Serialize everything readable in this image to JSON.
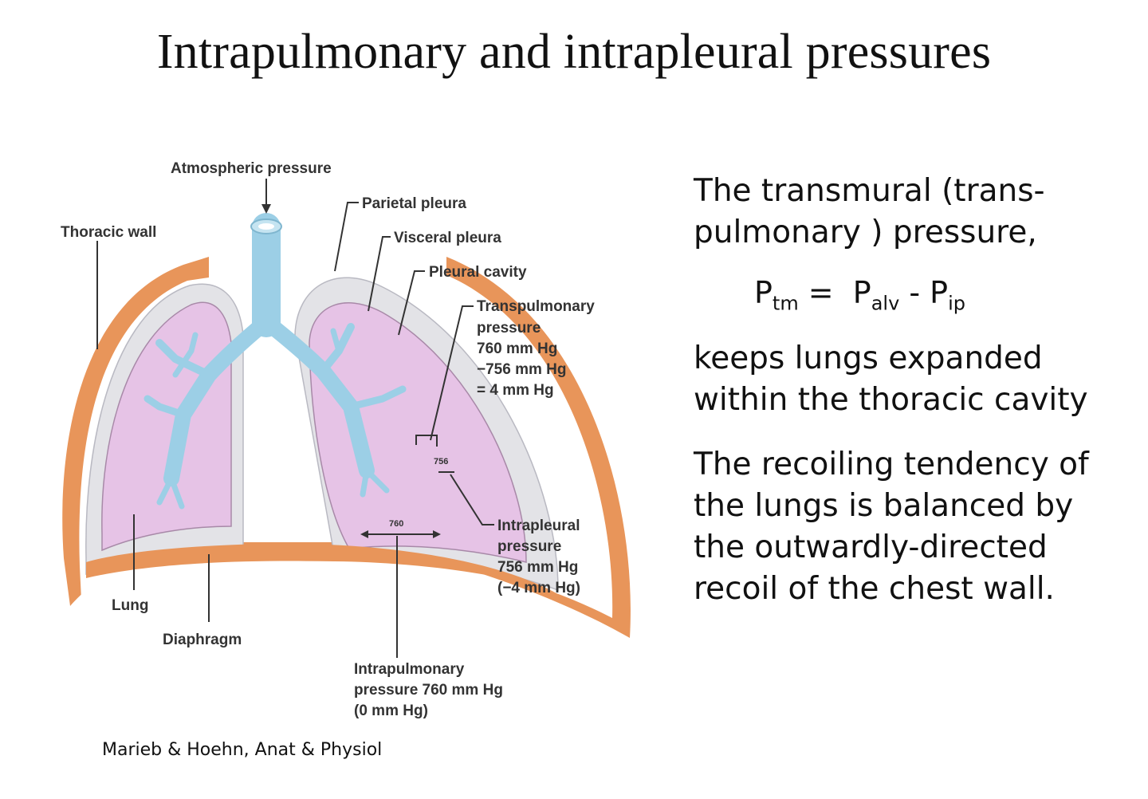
{
  "title": "Intrapulmonary and intrapleural pressures",
  "diagram": {
    "labels": {
      "atmospheric": "Atmospheric pressure",
      "parietal": "Parietal pleura",
      "thoracic": "Thoracic wall",
      "visceral": "Visceral pleura",
      "pleural_cavity": "Pleural cavity",
      "transpulmonary": [
        "Transpulmonary",
        "pressure",
        "760 mm Hg",
        "−756 mm Hg",
        "= 4 mm Hg"
      ],
      "intrapleural": [
        "Intrapleural",
        "pressure",
        "756 mm Hg",
        "(−4 mm Hg)"
      ],
      "lung": "Lung",
      "diaphragm": "Diaphragm",
      "intrapulmonary": [
        "Intrapulmonary",
        "pressure 760 mm Hg",
        "(0 mm Hg)"
      ],
      "value_756": "756",
      "value_760": "760"
    }
  },
  "text": {
    "para1": "The transmural (trans-\npulmonary ) pressure,",
    "formula": {
      "p": "P",
      "tm": "tm",
      "eq": " =  ",
      "alv": "alv",
      "minus": " - ",
      "ip": "ip"
    },
    "para2": "keeps lungs expanded\nwithin the thoracic cavity",
    "para3": "The recoiling tendency of\nthe lungs is balanced by\nthe outwardly-directed\nrecoil of the chest wall."
  },
  "credit": "Marieb & Hoehn, Anat & Physiol",
  "colors": {
    "thoracic_wall": "#e8955a",
    "pleural_cavity": "#e3e3e7",
    "lung": "#e6c3e6",
    "airway": "#9ccfe6"
  }
}
